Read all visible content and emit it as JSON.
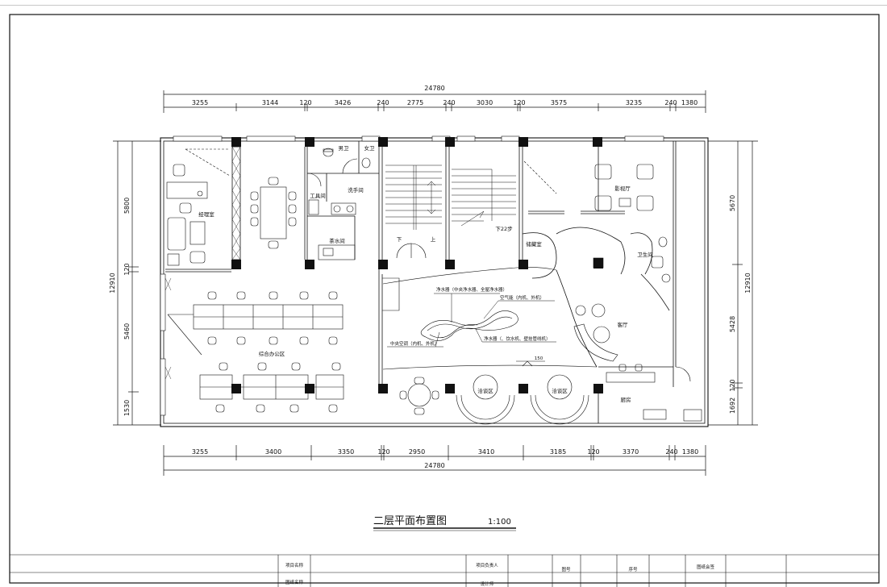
{
  "drawing": {
    "title": "二层平面布置图",
    "scale": "1:100"
  },
  "dimensions": {
    "top_total": "24780",
    "top_segments": [
      "3255",
      "3144",
      "120",
      "3426",
      "240",
      "2775",
      "240",
      "3030",
      "120",
      "3575",
      "3235",
      "240",
      "1380"
    ],
    "bottom_total": "24780",
    "bottom_segments": [
      "3255",
      "3400",
      "3350",
      "120",
      "2950",
      "3410",
      "3185",
      "120",
      "3370",
      "240",
      "1380"
    ],
    "left_total": "12910",
    "left_segments": [
      "5800",
      "120",
      "5460",
      "1530"
    ],
    "right_total": "12910",
    "right_segments": [
      "5670",
      "5428",
      "120",
      "1692"
    ],
    "level_mark": "150"
  },
  "rooms": {
    "manager": "经理室",
    "male_wc": "男卫",
    "female_wc": "女卫",
    "wash": "洗手间",
    "tools": "工具间",
    "tea": "茶水间",
    "stairs_down": "下",
    "stairs_up": "上",
    "stairs_note": "下22步",
    "video_hall": "影视厅",
    "storage": "储藏室",
    "restroom": "卫生间",
    "living": "客厅",
    "open_office": "综合办公区",
    "negotiation_1": "洽谈区",
    "negotiation_2": "洽谈区",
    "kitchen": "厨房"
  },
  "annotations": {
    "purifier_main": "净水器（中央净水器、全屋净水器）",
    "air_purifier": "空气能（内机、外机）",
    "central_ac": "中央空调（内机、外机）",
    "purifier_2": "净水器（、饮水机、壁挂管线机）"
  },
  "title_block": {
    "project_name": "项目名称",
    "drawing_name": "图纸名称",
    "project_lead": "项目负责人",
    "designer": "设计师",
    "drawing_no": "图号",
    "sequence": "序号",
    "countersign": "图纸会签"
  }
}
